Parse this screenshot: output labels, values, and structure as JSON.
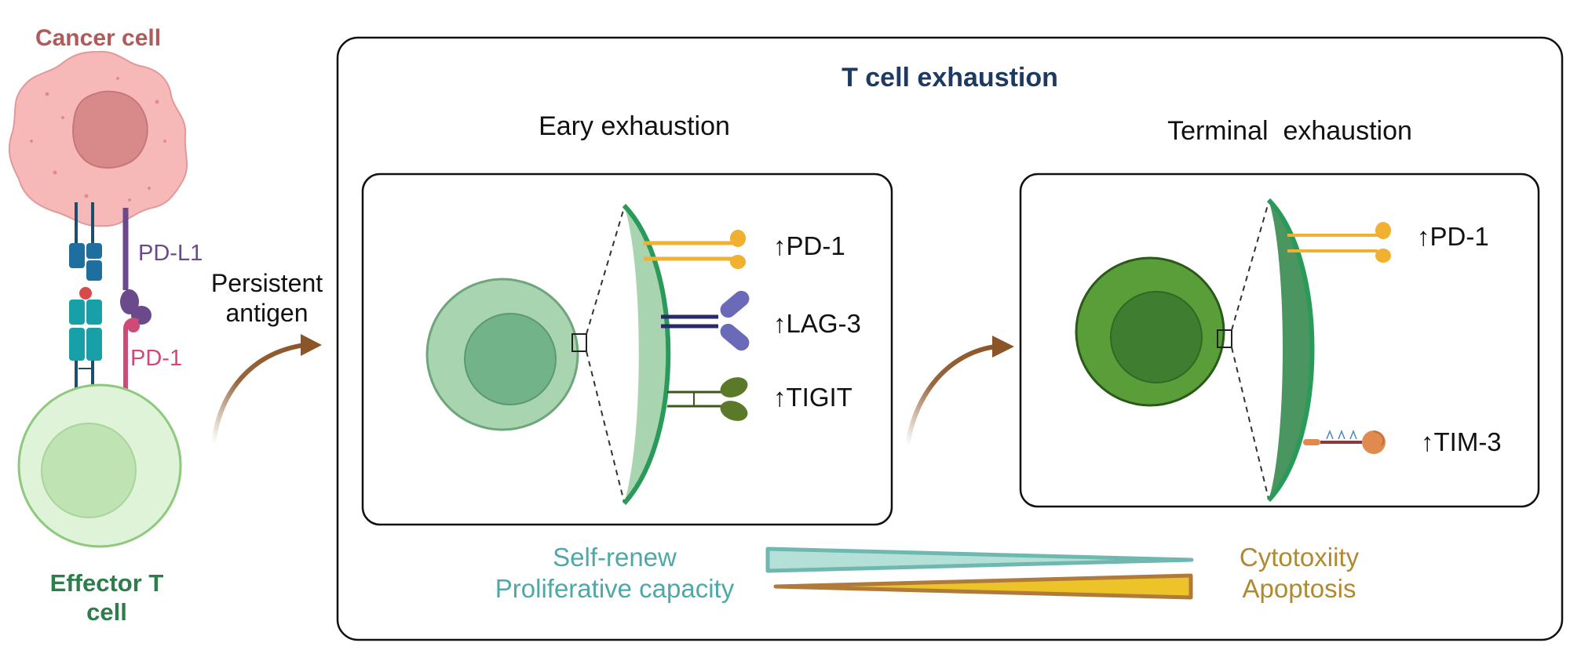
{
  "left": {
    "cancer_label": "Cancer cell",
    "pdl1_label": "PD-L1",
    "pd1_label": "PD-1",
    "effector_label_line1": "Effector T",
    "effector_label_line2": "cell",
    "arrow_label_line1": "Persistent",
    "arrow_label_line2": "antigen"
  },
  "main": {
    "title": "T cell exhaustion",
    "early": {
      "title": "Eary exhaustion",
      "markers": [
        "↑PD-1",
        "↑LAG-3",
        "↑TIGIT"
      ]
    },
    "terminal": {
      "title": "Terminal  exhaustion",
      "markers": [
        "↑PD-1",
        "↑TIM-3"
      ]
    },
    "gradient": {
      "left_line1": "Self-renew",
      "left_line2": "Proliferative capacity",
      "right_line1": "Cytotoxiity",
      "right_line2": "Apoptosis"
    }
  },
  "colors": {
    "cancer_text": "#b05a5a",
    "effector_text": "#2e7d4a",
    "title_text": "#1f3a60",
    "pdl1": "#6a4a8a",
    "pd1": "#d04a78",
    "teal_text": "#4fa8a8",
    "gold_text": "#b08a30",
    "arrow": "#8b5528"
  }
}
